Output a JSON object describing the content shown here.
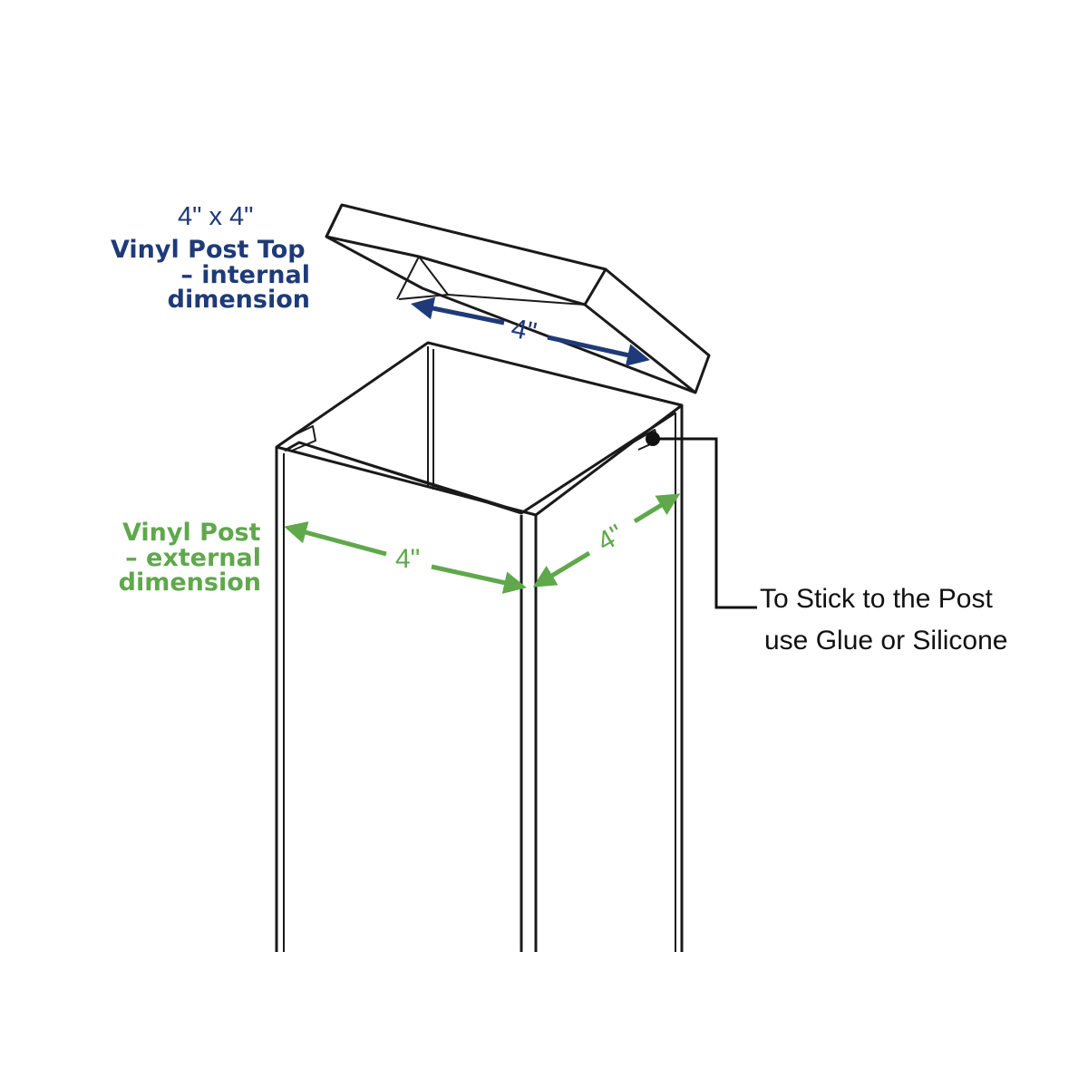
{
  "post_top": {
    "size": "4\" x 4\"",
    "name_line1": "Vinyl Post Top",
    "name_line2": "– internal",
    "name_line3": "dimension",
    "inner_width": "4\""
  },
  "post": {
    "name_line1": "Vinyl Post",
    "name_line2": "– external",
    "name_line3": "dimension",
    "front_width": "4\"",
    "side_width": "4\""
  },
  "note": {
    "line1": "To Stick to the Post",
    "line2": "use Glue or Silicone"
  },
  "colors": {
    "top_label": "#1e3a78",
    "post_label": "#5fa84c",
    "outline": "#1a1a1a"
  }
}
